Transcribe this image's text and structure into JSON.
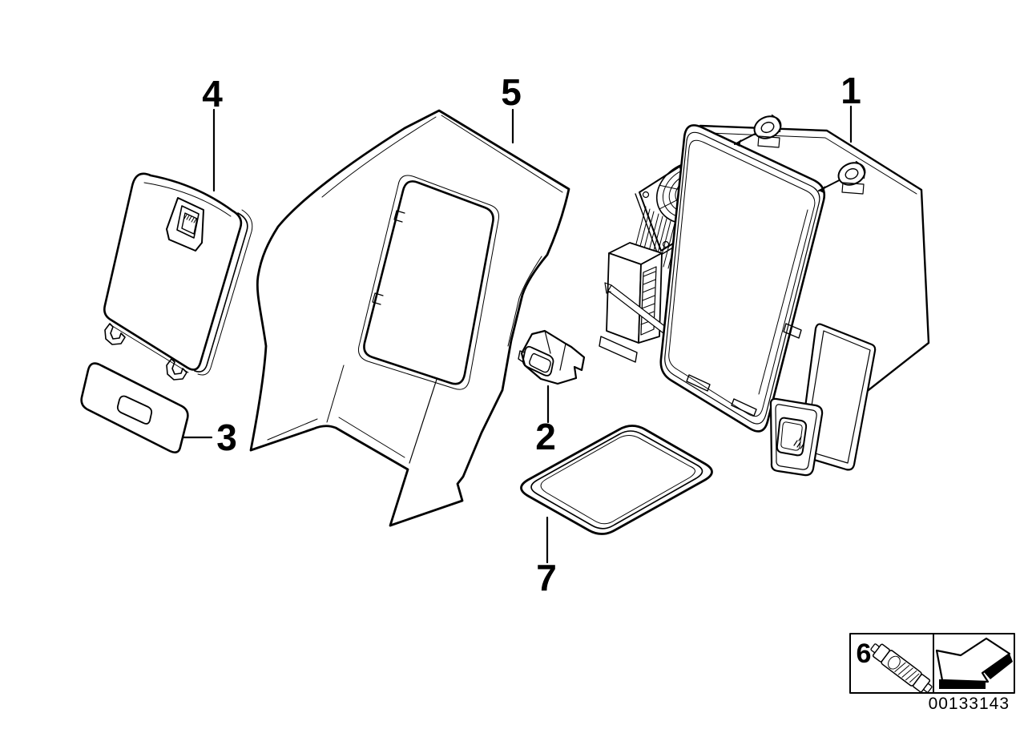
{
  "page": {
    "background_color": "#ffffff",
    "ink_color": "#000000",
    "type": "exploded-parts-diagram"
  },
  "diagram": {
    "number": "00133143",
    "callouts": [
      {
        "label": "1",
        "part": "cool-box-main-unit"
      },
      {
        "label": "2",
        "part": "lock-latch"
      },
      {
        "label": "3",
        "part": "trim-strip"
      },
      {
        "label": "4",
        "part": "door-flap"
      },
      {
        "label": "5",
        "part": "housing-cover"
      },
      {
        "label": "6",
        "part": "festoon-bulb"
      },
      {
        "label": "7",
        "part": "tray-mat"
      }
    ],
    "legend": {
      "bulb_label": "6",
      "icons": {
        "bulb": "festoon-bulb-icon",
        "arrow": "direction-arrow-icon"
      }
    }
  }
}
